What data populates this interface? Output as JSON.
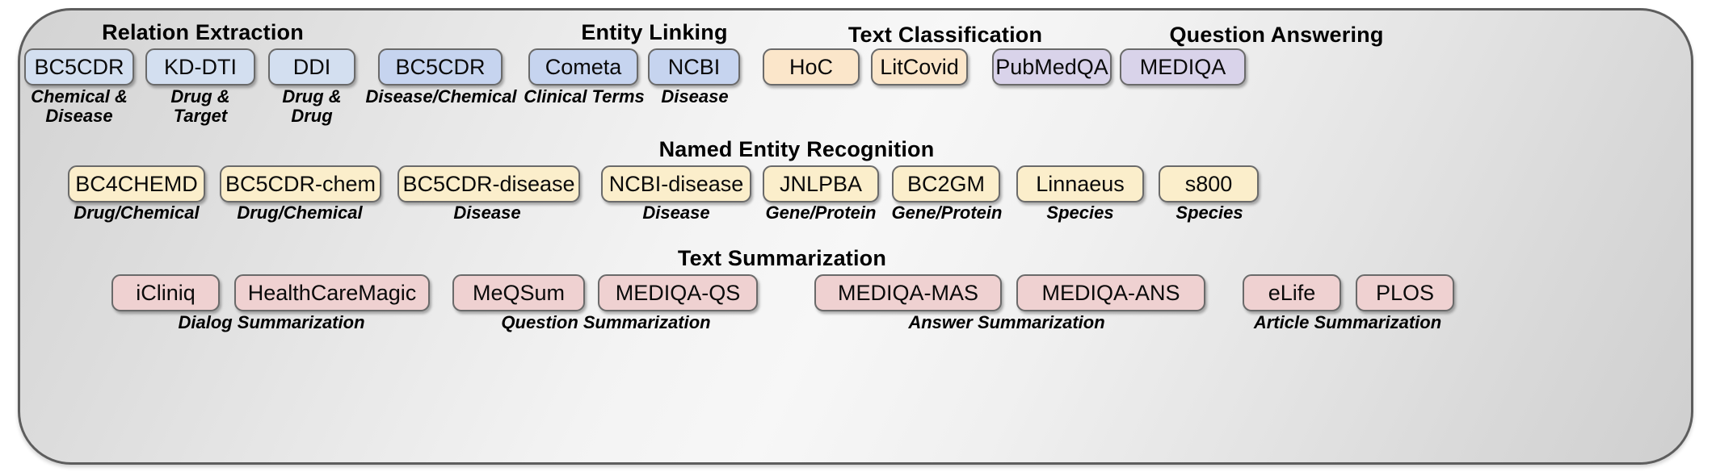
{
  "figure": {
    "kind": "biomedical-nlp-task-dataset-taxonomy",
    "panel_shape": "rounded-rectangle"
  },
  "groups": [
    {
      "id": "relation-extraction",
      "title": "Relation Extraction",
      "color": "#d3dff0",
      "items": [
        {
          "label": "BC5CDR",
          "caption": "Chemical &\nDisease"
        },
        {
          "label": "KD-DTI",
          "caption": "Drug &\nTarget"
        },
        {
          "label": "DDI",
          "caption": "Drug &\nDrug"
        }
      ]
    },
    {
      "id": "entity-linking",
      "title": "Entity Linking",
      "color": "#c6d4ef",
      "items": [
        {
          "label": "BC5CDR",
          "caption": "Disease/Chemical"
        },
        {
          "label": "Cometa",
          "caption": "Clinical Terms"
        },
        {
          "label": "NCBI",
          "caption": "Disease"
        }
      ]
    },
    {
      "id": "text-classification",
      "title": "Text Classification",
      "color": "#fbe6ca",
      "items": [
        {
          "label": "HoC",
          "caption": ""
        },
        {
          "label": "LitCovid",
          "caption": ""
        }
      ]
    },
    {
      "id": "question-answering",
      "title": "Question Answering",
      "color": "#d9d3ea",
      "items": [
        {
          "label": "PubMedQA",
          "caption": ""
        },
        {
          "label": "MEDIQA",
          "caption": ""
        }
      ]
    },
    {
      "id": "named-entity-recognition",
      "title": "Named Entity Recognition",
      "color": "#fbeecb",
      "items": [
        {
          "label": "BC4CHEMD",
          "caption": "Drug/Chemical"
        },
        {
          "label": "BC5CDR-chem",
          "caption": "Drug/Chemical"
        },
        {
          "label": "BC5CDR-disease",
          "caption": "Disease"
        },
        {
          "label": "NCBI-disease",
          "caption": "Disease"
        },
        {
          "label": "JNLPBA",
          "caption": "Gene/Protein"
        },
        {
          "label": "BC2GM",
          "caption": "Gene/Protein"
        },
        {
          "label": "Linnaeus",
          "caption": "Species"
        },
        {
          "label": "s800",
          "caption": "Species"
        }
      ]
    },
    {
      "id": "text-summarization",
      "title": "Text Summarization",
      "color": "#efd1d1",
      "items": [
        {
          "label": "iCliniq"
        },
        {
          "label": "HealthCareMagic"
        },
        {
          "label": "MeQSum"
        },
        {
          "label": "MEDIQA-QS"
        },
        {
          "label": "MEDIQA-MAS"
        },
        {
          "label": "MEDIQA-ANS"
        },
        {
          "label": "eLife"
        },
        {
          "label": "PLOS"
        }
      ],
      "captions": [
        "Dialog Summarization",
        "Question Summarization",
        "Answer Summarization",
        "Article Summarization"
      ]
    }
  ]
}
